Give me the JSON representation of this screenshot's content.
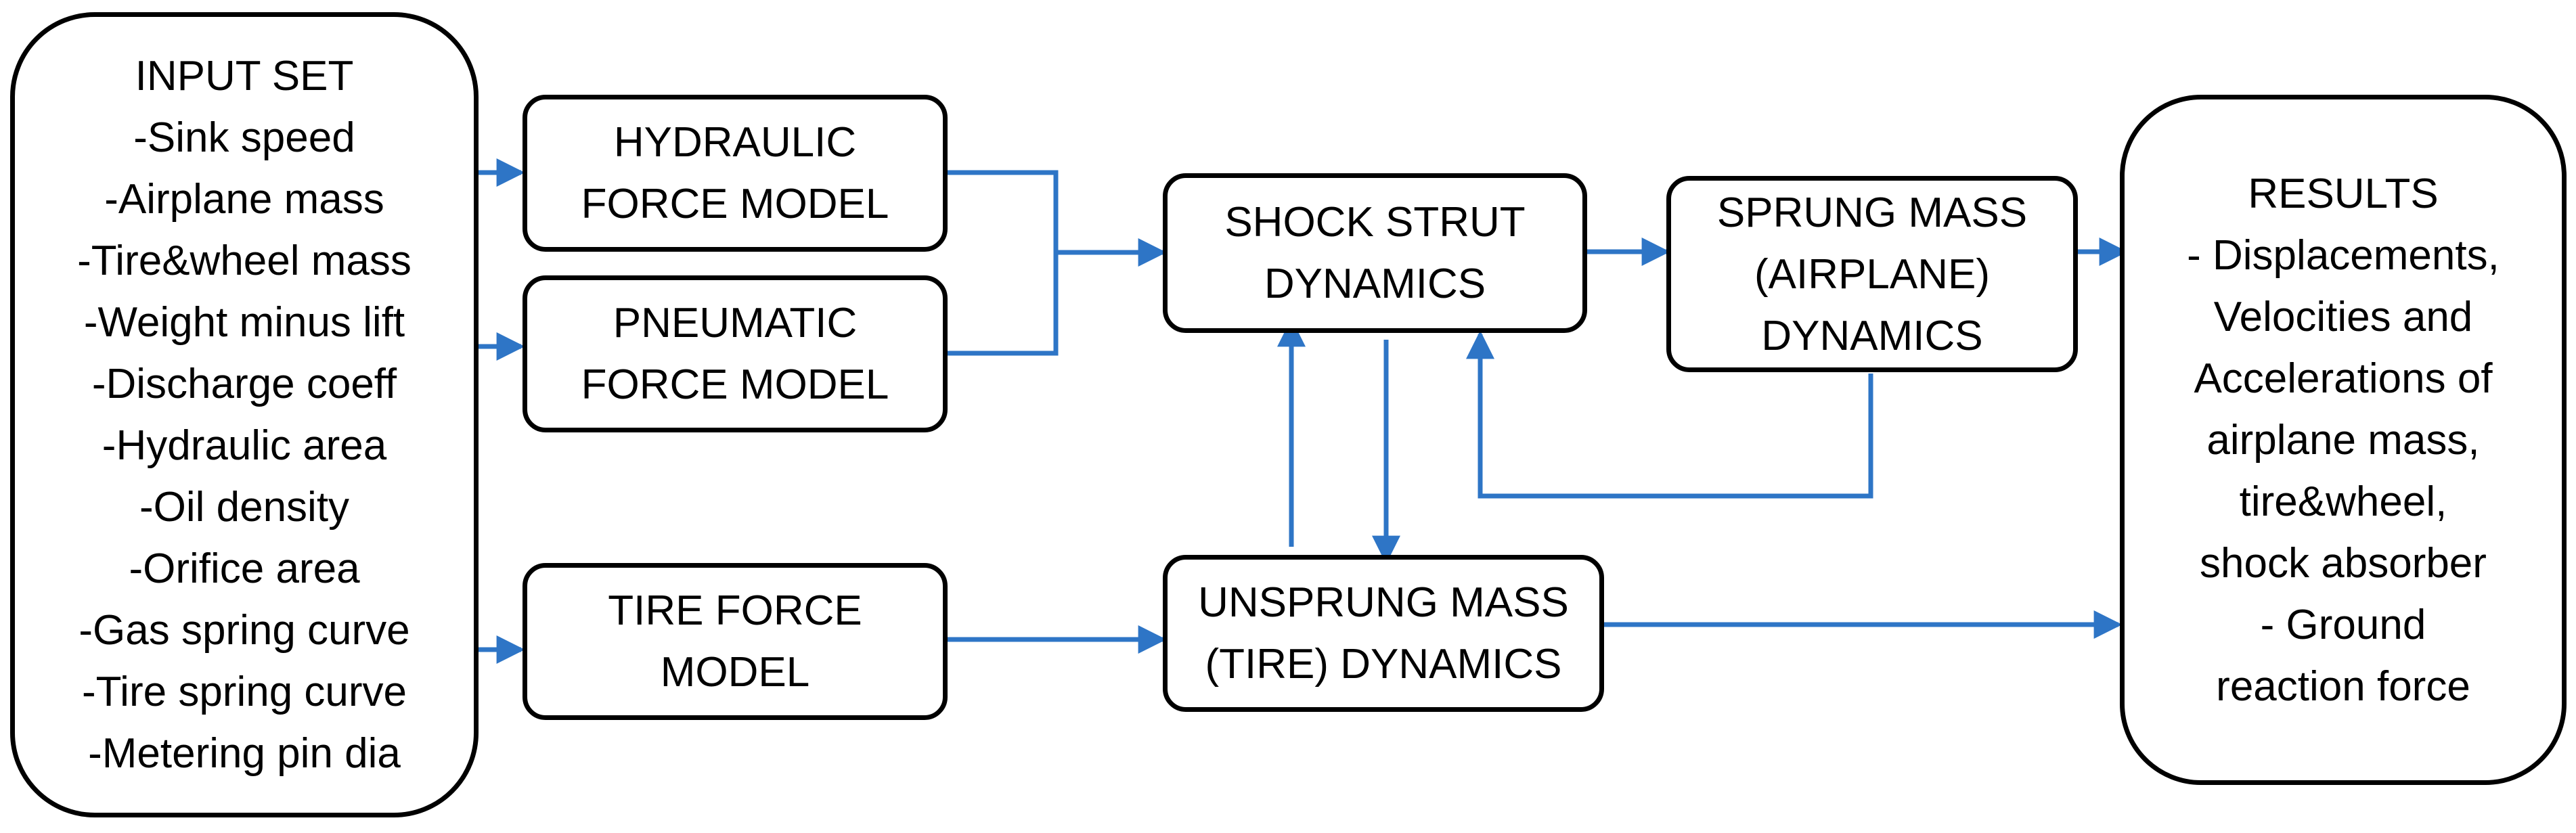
{
  "input_set": {
    "lines": [
      "INPUT SET",
      "-Sink speed",
      "-Airplane mass",
      "-Tire&wheel mass",
      "-Weight minus lift",
      "-Discharge coeff",
      "-Hydraulic area",
      "-Oil density",
      "-Orifice area",
      "-Gas spring curve",
      "-Tire spring curve",
      "-Metering pin dia"
    ]
  },
  "hydraulic_force_model": {
    "lines": [
      "HYDRAULIC",
      "FORCE MODEL"
    ]
  },
  "pneumatic_force_model": {
    "lines": [
      "PNEUMATIC",
      "FORCE MODEL"
    ]
  },
  "tire_force_model": {
    "lines": [
      "TIRE FORCE",
      "MODEL"
    ]
  },
  "shock_strut_dynamics": {
    "lines": [
      "SHOCK STRUT",
      "DYNAMICS"
    ]
  },
  "unsprung_mass_dynamics": {
    "lines": [
      "UNSPRUNG MASS",
      "(TIRE) DYNAMICS"
    ]
  },
  "sprung_mass_dynamics": {
    "lines": [
      "SPRUNG MASS",
      "(AIRPLANE)",
      "DYNAMICS"
    ]
  },
  "results": {
    "lines": [
      "RESULTS",
      "- Displacements,",
      "Velocities and",
      "Accelerations of",
      "airplane mass,",
      "tire&wheel,",
      "shock absorber",
      "- Ground",
      "reaction force"
    ]
  },
  "colors": {
    "arrow": "#2e75c6",
    "border": "#000000"
  }
}
